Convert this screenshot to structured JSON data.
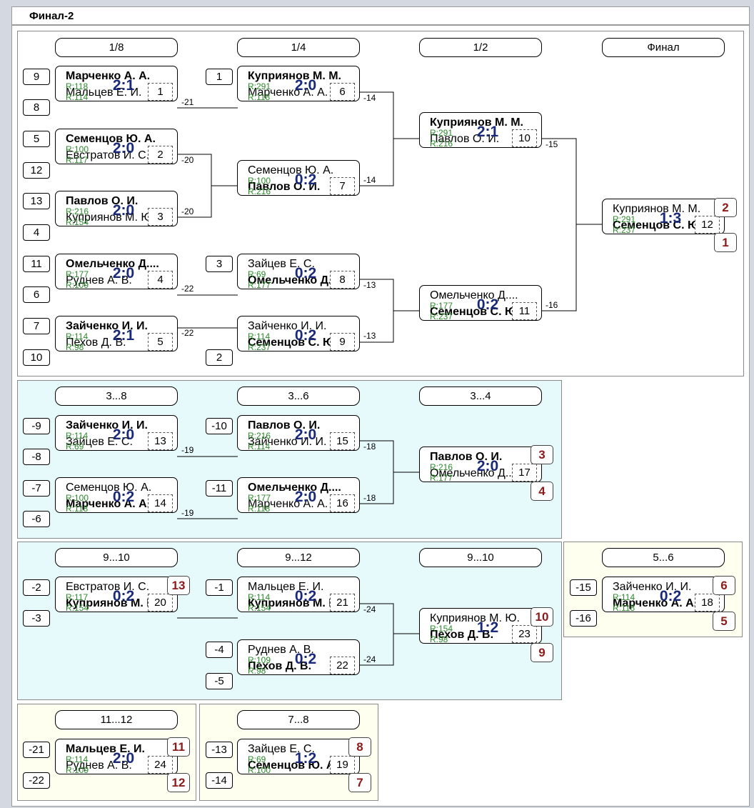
{
  "title": "Финал-2",
  "round_headers": [
    "1/8",
    "1/4",
    "1/2",
    "Финал",
    "3...8",
    "3...6",
    "3...4",
    "9...10",
    "9...12",
    "9...10",
    "5...6",
    "11...12",
    "7...8"
  ],
  "matches": [
    {
      "p1": "Марченко А. А.",
      "p2": "Мальцев Е. И.",
      "r1": "R:118",
      "r2": "R:114",
      "score": "2:1",
      "num": "1",
      "winner": 1
    },
    {
      "p1": "Семенцов Ю. А.",
      "p2": "Евстратов И. С.",
      "r1": "R:100",
      "r2": "R:117",
      "score": "2:0",
      "num": "2",
      "winner": 1
    },
    {
      "p1": "Павлов О. И.",
      "p2": "Куприянов М. Ю.",
      "r1": "R:216",
      "r2": "R:154",
      "score": "2:0",
      "num": "3",
      "winner": 1
    },
    {
      "p1": "Омельченко Д....",
      "p2": "Руднев А. В.",
      "r1": "R:177",
      "r2": "R:109",
      "score": "2:0",
      "num": "4",
      "winner": 1
    },
    {
      "p1": "Зайченко И. И.",
      "p2": "Пехов Д. В.",
      "r1": "R:114",
      "r2": "R:98",
      "score": "2:1",
      "num": "5",
      "winner": 1
    },
    {
      "p1": "Куприянов М. М.",
      "p2": "Марченко А. А.",
      "r1": "R:291",
      "r2": "R:118",
      "score": "2:0",
      "num": "6",
      "winner": 1
    },
    {
      "p1": "Семенцов Ю. А.",
      "p2": "Павлов О. И.",
      "r1": "R:100",
      "r2": "R:216",
      "score": "0:2",
      "num": "7",
      "winner": 2
    },
    {
      "p1": "Зайцев Е. С.",
      "p2": "Омельченко Д....",
      "r1": "R:69",
      "r2": "R:177",
      "score": "0:2",
      "num": "8",
      "winner": 2
    },
    {
      "p1": "Зайченко И. И.",
      "p2": "Семенцов С. Ю.",
      "r1": "R:114",
      "r2": "R:237",
      "score": "0:2",
      "num": "9",
      "winner": 2
    },
    {
      "p1": "Куприянов М. М.",
      "p2": "Павлов О. И.",
      "r1": "R:291",
      "r2": "R:216",
      "score": "2:1",
      "num": "10",
      "winner": 1
    },
    {
      "p1": "Омельченко Д....",
      "p2": "Семенцов С. Ю.",
      "r1": "R:177",
      "r2": "R:237",
      "score": "0:2",
      "num": "11",
      "winner": 2
    },
    {
      "p1": "Куприянов М. М.",
      "p2": "Семенцов С. Ю.",
      "r1": "R:291",
      "r2": "R:237",
      "score": "1:3",
      "num": "12",
      "winner": 2
    },
    {
      "p1": "Зайченко И. И.",
      "p2": "Зайцев Е. С.",
      "r1": "R:114",
      "r2": "R:69",
      "score": "2:0",
      "num": "13",
      "winner": 1
    },
    {
      "p1": "Семенцов Ю. А.",
      "p2": "Марченко А. А.",
      "r1": "R:100",
      "r2": "R:118",
      "score": "0:2",
      "num": "14",
      "winner": 2
    },
    {
      "p1": "Павлов О. И.",
      "p2": "Зайченко И. И.",
      "r1": "R:216",
      "r2": "R:114",
      "score": "2:0",
      "num": "15",
      "winner": 1
    },
    {
      "p1": "Омельченко Д....",
      "p2": "Марченко А. А.",
      "r1": "R:177",
      "r2": "R:118",
      "score": "2:0",
      "num": "16",
      "winner": 1
    },
    {
      "p1": "Павлов О. И.",
      "p2": "Омельченко Д....",
      "r1": "R:216",
      "r2": "R:177",
      "score": "2:0",
      "num": "17",
      "winner": 1
    },
    {
      "p1": "Евстратов И. С.",
      "p2": "Куприянов М. Ю.",
      "r1": "R:117",
      "r2": "R:154",
      "score": "0:2",
      "num": "20",
      "winner": 2
    },
    {
      "p1": "Мальцев Е. И.",
      "p2": "Куприянов М. Ю.",
      "r1": "R:114",
      "r2": "R:154",
      "score": "0:2",
      "num": "21",
      "winner": 2
    },
    {
      "p1": "Руднев А. В.",
      "p2": "Пехов Д. В.",
      "r1": "R:109",
      "r2": "R:98",
      "score": "0:2",
      "num": "22",
      "winner": 2
    },
    {
      "p1": "Куприянов М. Ю.",
      "p2": "Пехов Д. В.",
      "r1": "R:154",
      "r2": "R:98",
      "score": "1:2",
      "num": "23",
      "winner": 2
    },
    {
      "p1": "Зайченко И. И.",
      "p2": "Марченко А. А.",
      "r1": "R:114",
      "r2": "R:118",
      "score": "0:2",
      "num": "18",
      "winner": 2
    },
    {
      "p1": "Мальцев Е. И.",
      "p2": "Руднев А. В.",
      "r1": "R:114",
      "r2": "R:109",
      "score": "2:0",
      "num": "24",
      "winner": 1
    },
    {
      "p1": "Зайцев Е. С.",
      "p2": "Семенцов Ю. А.",
      "r1": "R:69",
      "r2": "R:100",
      "score": "1:2",
      "num": "19",
      "winner": 2
    }
  ],
  "seeds": [
    "9",
    "8",
    "5",
    "12",
    "13",
    "4",
    "11",
    "6",
    "7",
    "10",
    "1",
    "3",
    "2",
    "-9",
    "-8",
    "-7",
    "-6",
    "-10",
    "-11",
    "-2",
    "-3",
    "-1",
    "-4",
    "-5",
    "-15",
    "-16",
    "-21",
    "-22",
    "-13",
    "-14"
  ],
  "places": [
    "2",
    "1",
    "3",
    "4",
    "13",
    "10",
    "9",
    "6",
    "5",
    "11",
    "12",
    "8",
    "7"
  ],
  "loser_labels": [
    "-21",
    "-20",
    "-20",
    "-22",
    "-22",
    "-14",
    "-14",
    "-13",
    "-13",
    "-15",
    "-16",
    "-19",
    "-19",
    "-18",
    "-18",
    "-24",
    "-24"
  ]
}
